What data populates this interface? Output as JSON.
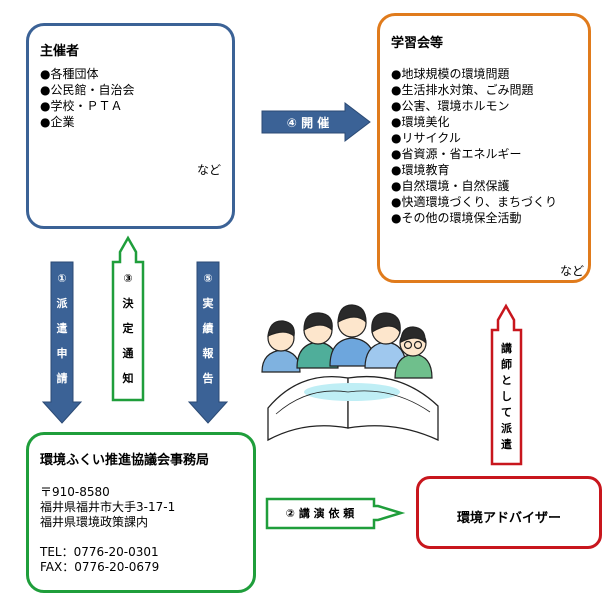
{
  "organizer": {
    "title": "主催者",
    "items": [
      "●各種団体",
      "●公民館・自治会",
      "●学校・ＰＴＡ",
      "●企業"
    ],
    "etc": "など"
  },
  "study": {
    "title": "学習会等",
    "items": [
      "●地球規模の環境問題",
      "●生活排水対策、ごみ問題",
      "●公害、環境ホルモン",
      "●環境美化",
      "●リサイクル",
      "●省資源・省エネルギー",
      "●環境教育",
      "●自然環境・自然保護",
      "●快適環境づくり、まちづくり",
      "●その他の環境保全活動"
    ],
    "etc": "など"
  },
  "office": {
    "title": "環境ふくい推進協議会事務局",
    "address": [
      "〒910-8580",
      "福井県福井市大手3-17-1",
      "福井県環境政策課内"
    ],
    "tel": "TEL：0776-20-0301",
    "fax": "FAX：0776-20-0679"
  },
  "advisor": {
    "title": "環境アドバイザー"
  },
  "arrows": {
    "hold": "④ 開 催",
    "dispatch_request": [
      "①",
      "派",
      "遣",
      "申",
      "請"
    ],
    "decision": [
      "③",
      "決",
      "定",
      "通",
      "知"
    ],
    "report": [
      "⑤",
      "実",
      "績",
      "報",
      "告"
    ],
    "lecture_request": "② 講 演 依 頼",
    "lecturer_dispatch": [
      "講",
      "師",
      "と",
      "し",
      "て",
      "派",
      "遣"
    ]
  },
  "colors": {
    "blue": "#3b6296",
    "orange": "#e07b1c",
    "green": "#1f9e3b",
    "red": "#c8161d"
  }
}
